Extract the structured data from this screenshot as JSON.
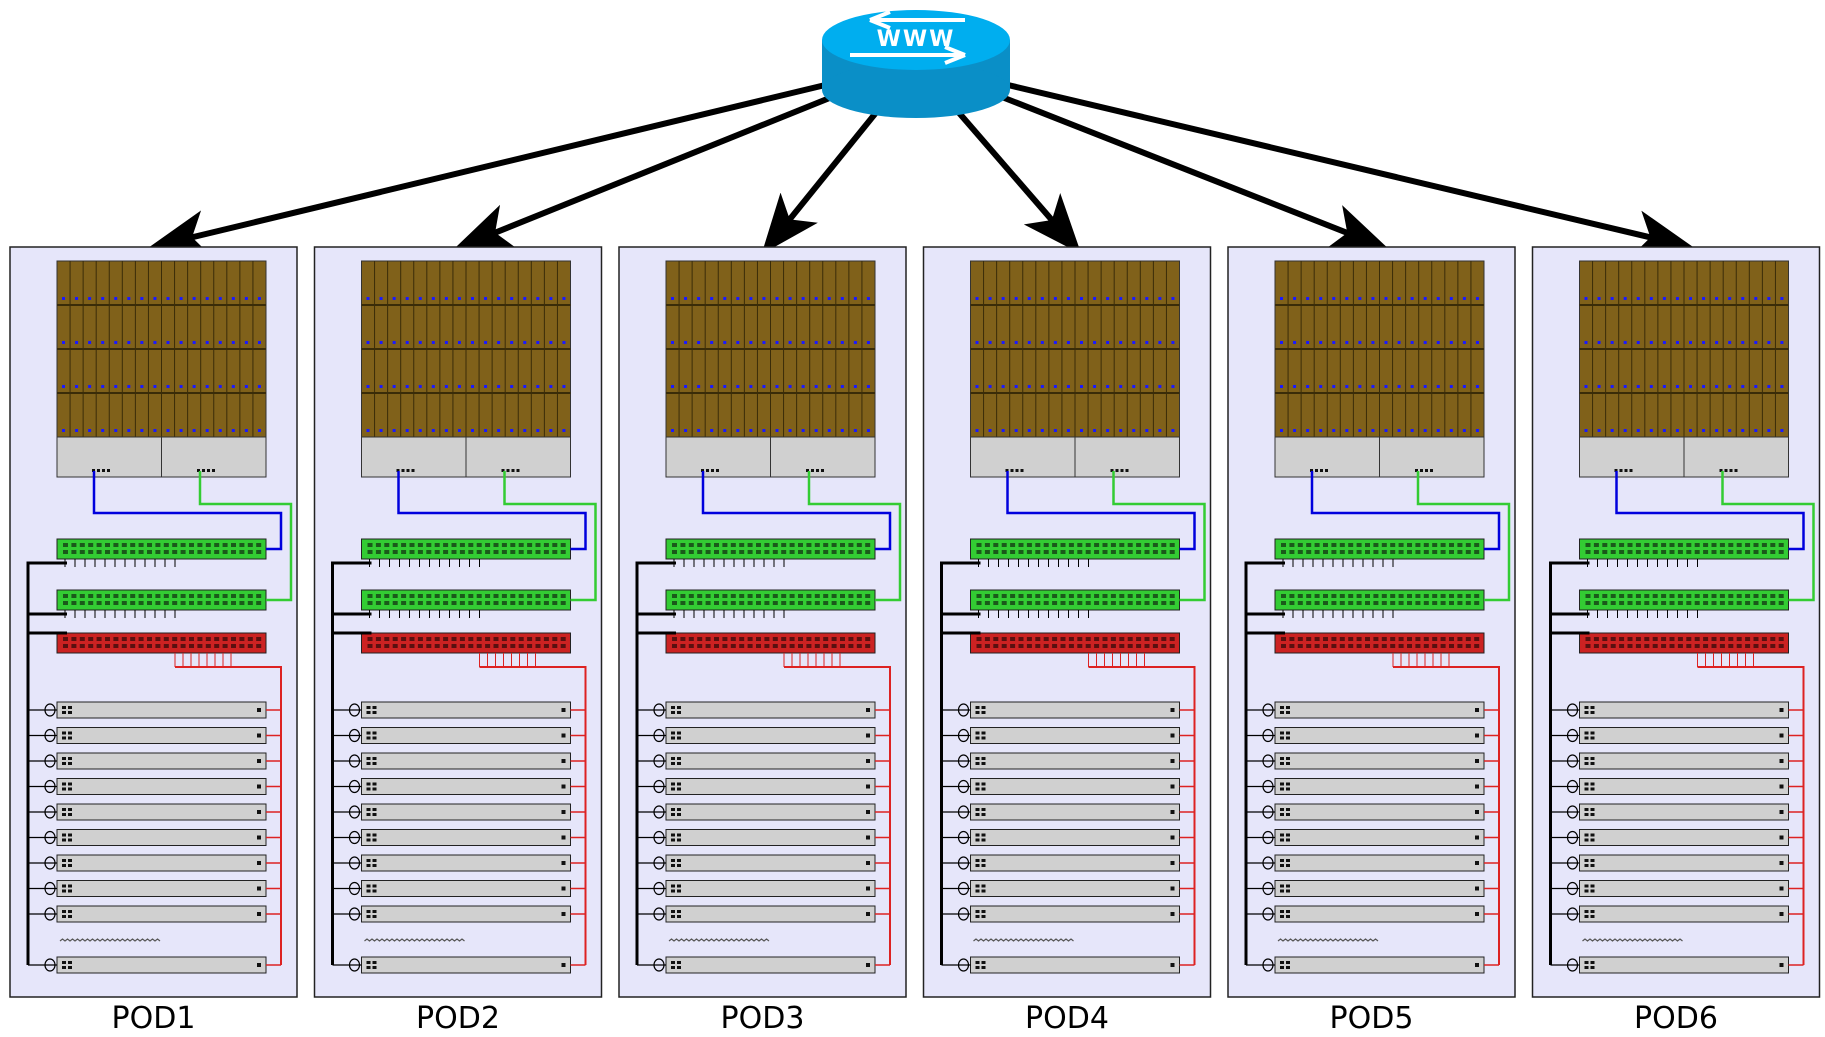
{
  "router": {
    "label": "WWW",
    "icon": "internet-router-icon"
  },
  "pods": [
    {
      "label": "POD1"
    },
    {
      "label": "POD2"
    },
    {
      "label": "POD3"
    },
    {
      "label": "POD4"
    },
    {
      "label": "POD5"
    },
    {
      "label": "POD6"
    }
  ],
  "colors": {
    "pod_bg": "#e6e6fa",
    "storage": "#80611a",
    "storage_led": "#1a1aff",
    "switch_green": "#33cc33",
    "switch_red": "#cc2222",
    "server": "#d0d0d0",
    "uplink_blue": "#0000dd",
    "uplink_green": "#33cc33",
    "mgmt_red": "#dd2222",
    "router": "#00aeef"
  }
}
